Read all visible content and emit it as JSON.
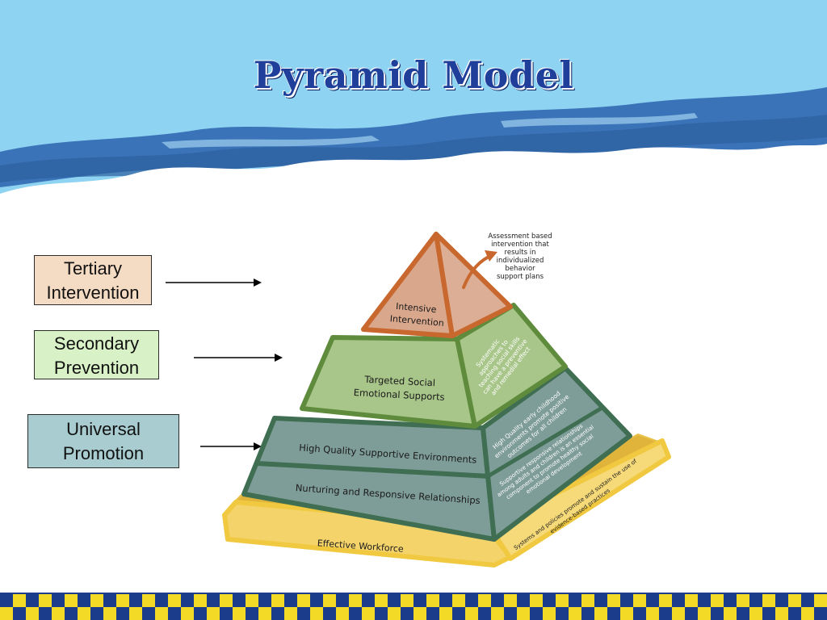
{
  "slide": {
    "title": "Pyramid Model"
  },
  "labels": {
    "tertiary": "Tertiary Intervention",
    "secondary": "Secondary Prevention",
    "universal": "Universal Promotion"
  },
  "pyramid": {
    "top_front": [
      "Intensive",
      "Intervention"
    ],
    "top_note": [
      "Assessment based",
      "intervention that",
      "results in",
      "individualized",
      "behavior",
      "support plans"
    ],
    "middle_front": [
      "Targeted Social",
      "Emotional Supports"
    ],
    "middle_side": [
      "Systematic",
      "approaches to",
      "teaching social skills",
      "can have a preventive",
      "and remedial effect"
    ],
    "upper_base_front": "High Quality Supportive Environments",
    "upper_base_side": [
      "High Quality early childhood",
      "environments promote positive",
      "outcomes for all children"
    ],
    "lower_base_front": "Nurturing and Responsive Relationships",
    "lower_base_side": [
      "Supportive responsive relationships",
      "among adults and children is an essential",
      "component to promote healthy social",
      "emotional development"
    ],
    "foundation_front": "Effective Workforce",
    "foundation_side": [
      "Systems and policies promote and sustain the use of",
      "evidence-based practices"
    ]
  },
  "colors": {
    "sky": "#8fd3f2",
    "wave": "#3b73b8",
    "title": "#1f3f9a",
    "top_tier": "#d9a78c",
    "middle_tier": "#a9c68a",
    "base_tier": "#7f9d98",
    "foundation": "#f4d36b"
  }
}
